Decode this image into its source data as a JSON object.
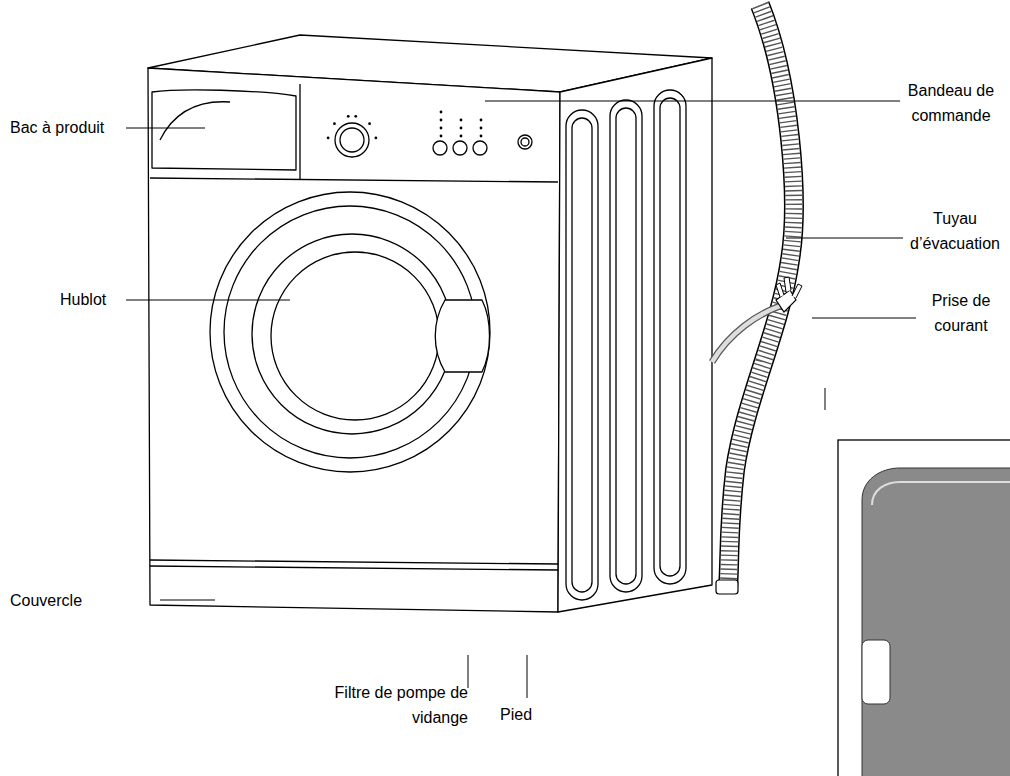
{
  "diagram": {
    "labels": [
      "Bac à produit",
      "Bandeau de commande",
      "Tuyau d’évacuation",
      "Prise de courant",
      "Hublot",
      "Couvercle",
      "Filtre de pompe de vidange",
      "Pied"
    ]
  }
}
